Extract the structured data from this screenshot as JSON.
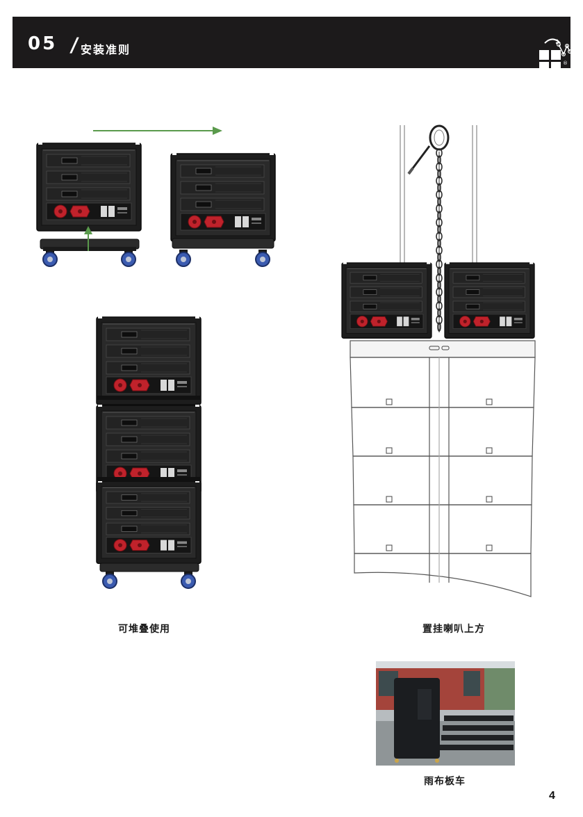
{
  "header": {
    "section_number": "05",
    "slash": "/",
    "title": "安装准则"
  },
  "logo": {
    "icon": "brand-logo-icon",
    "registered_mark": "®"
  },
  "figures": [
    {
      "name": "rack-move-to-caster-board",
      "caption": ""
    },
    {
      "name": "stackable-racks",
      "caption": "可堆叠使用"
    },
    {
      "name": "rack-hung-above-speakers",
      "caption": "置挂喇叭上方"
    },
    {
      "name": "rain-cover-dolly-photo",
      "caption": "雨布板车"
    }
  ],
  "colors": {
    "header_bg": "#1c1a1b",
    "arrow_green": "#5a9a4c",
    "connector_red": "#c0222b",
    "wheel_blue": "#3b5bb0"
  },
  "page_number": "4"
}
